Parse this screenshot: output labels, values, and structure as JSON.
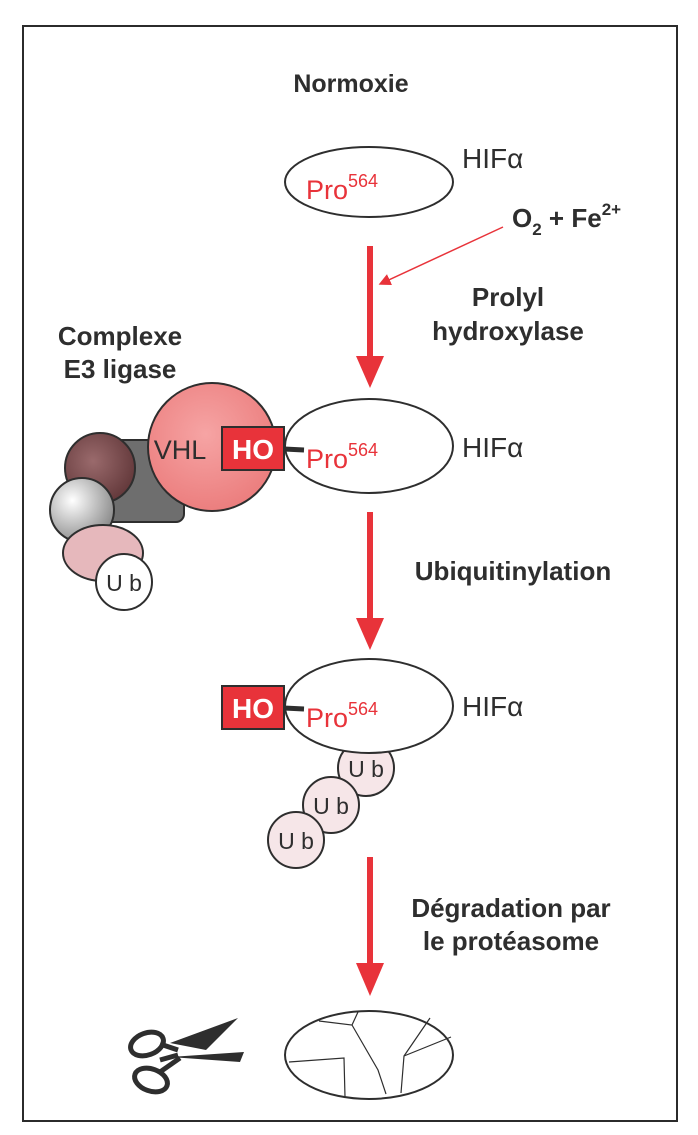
{
  "title": "Normoxie",
  "protein_label": "HIFα",
  "residue": {
    "base": "Pro",
    "sup": "564"
  },
  "cofactors": {
    "o2": "O",
    "o2_sub": "2",
    "plus": " + Fe",
    "fe_sup": "2+"
  },
  "complex_label": {
    "line1": "Complexe",
    "line2": "E3 ligase"
  },
  "vhl_label": "VHL",
  "ho_label": "HO",
  "ub_label": "U b",
  "steps": [
    {
      "line1": "Prolyl",
      "line2": "hydroxylase"
    },
    {
      "line1": "Ubiquitinylation"
    },
    {
      "line1": "Dégradation par",
      "line2": "le protéasome"
    }
  ],
  "colors": {
    "accent_red": "#e8333a",
    "vhl_fill": "#f08a8a",
    "dark_subunit": "#7a4a4c",
    "grey_subunit": "#6e6e6e",
    "pink_subunit": "#e6b8bc",
    "text": "#2e2e2e"
  },
  "icons": [
    "scissors-icon",
    "proteasome-fragments-icon"
  ]
}
